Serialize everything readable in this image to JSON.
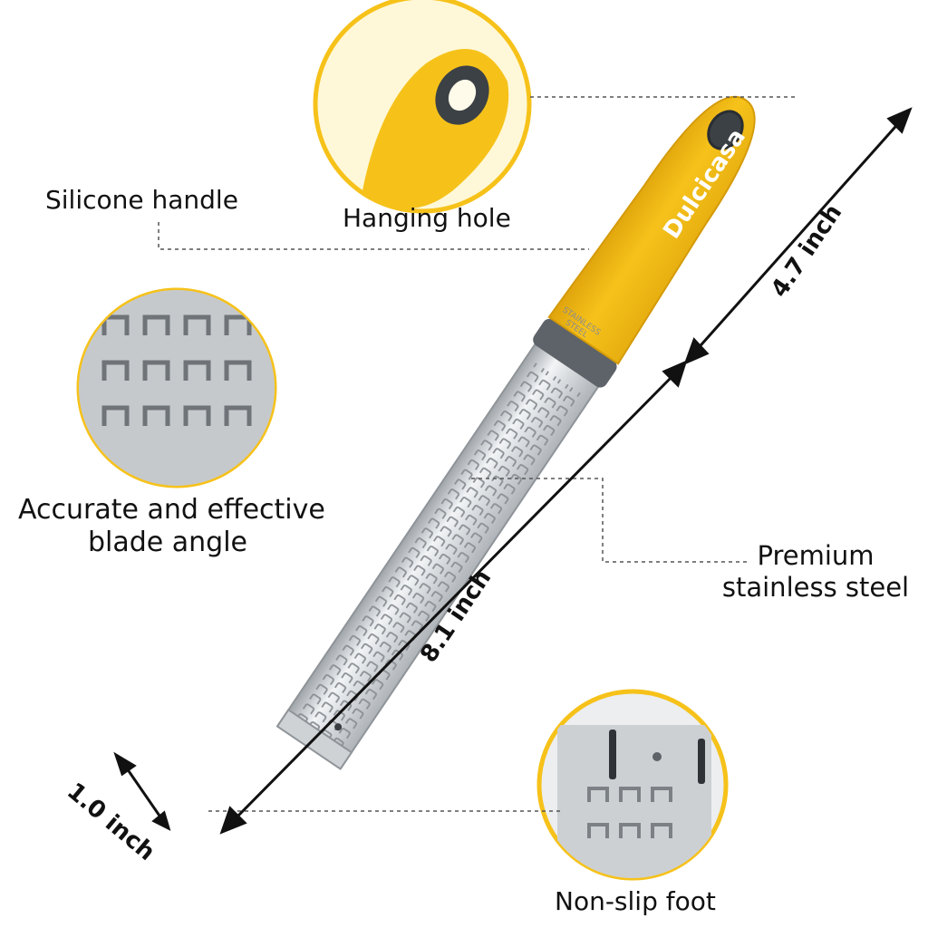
{
  "product": {
    "brand": "Dulcicasa",
    "blade_stamp": [
      "STAINLESS",
      "STEEL"
    ],
    "colors": {
      "handle": "#f6c21a",
      "handle_shadow": "#dfa40c",
      "collar": "#5d6369",
      "steel_light": "#eef0f2",
      "steel_dark": "#a9aeb3"
    }
  },
  "callouts": {
    "silicone_handle": "Silicone handle",
    "hanging_hole": "Hanging hole",
    "blade_angle_line1": "Accurate and effective",
    "blade_angle_line2": "blade angle",
    "steel_line1": "Premium",
    "steel_line2": "stainless steel",
    "non_slip_foot": "Non-slip foot"
  },
  "dimensions": {
    "width": "1.0 inch",
    "length": "8.1 inch",
    "handle": "4.7 inch"
  }
}
